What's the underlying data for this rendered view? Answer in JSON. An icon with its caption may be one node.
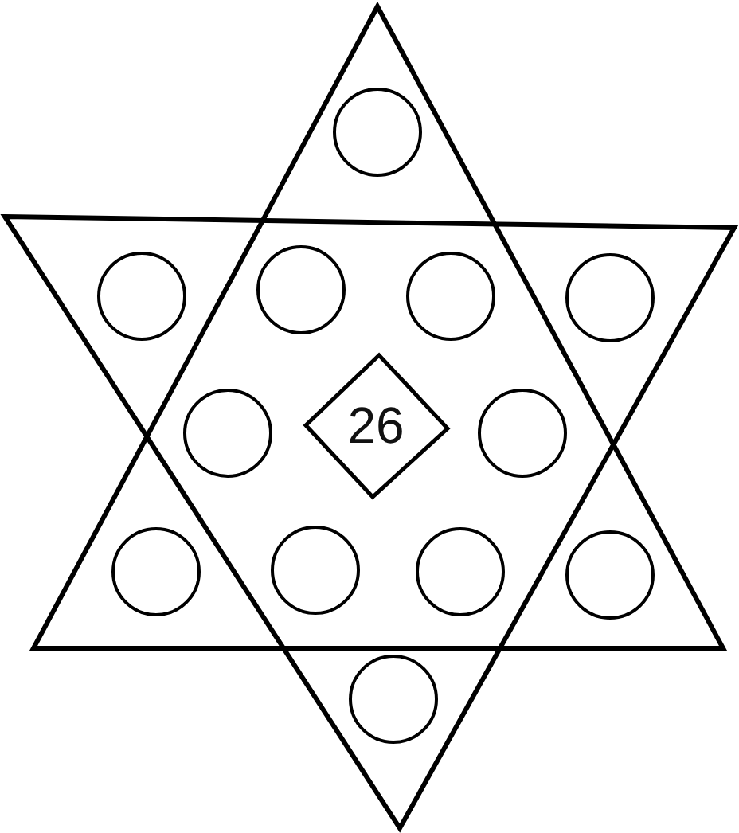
{
  "diagram": {
    "nodes": [
      {
        "text": [],
        "shape": "circle"
      },
      {
        "text": [],
        "shape": "circle"
      },
      {
        "text": [],
        "shape": "circle"
      },
      {
        "text": [],
        "shape": "circle"
      },
      {
        "text": [],
        "shape": "circle"
      },
      {
        "text": [],
        "shape": "circle"
      },
      {
        "text": [
          "26"
        ]
      },
      {
        "text": [],
        "shape": "circle"
      },
      {
        "text": [],
        "shape": "circle"
      },
      {
        "text": [],
        "shape": "circle"
      },
      {
        "text": [],
        "shape": "circle"
      },
      {
        "text": [],
        "shape": "circle"
      },
      {
        "text": [],
        "shape": "circle"
      }
    ]
  }
}
